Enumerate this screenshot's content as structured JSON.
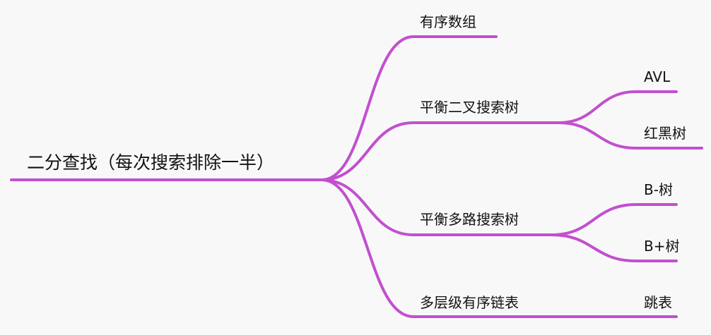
{
  "theme": {
    "line_color": "#c24fcf",
    "background": "#f8f8f8",
    "text_color": "#111111"
  },
  "root": {
    "label": "二分查找（每次搜索排除一半）"
  },
  "branches": [
    {
      "label": "有序数组",
      "children": []
    },
    {
      "label": "平衡二叉搜索树",
      "children": [
        {
          "label": "AVL"
        },
        {
          "label": "红黑树"
        }
      ]
    },
    {
      "label": "平衡多路搜索树",
      "children": [
        {
          "label": "B-树"
        },
        {
          "label": "B+树"
        }
      ]
    },
    {
      "label": "多层级有序链表",
      "children": [
        {
          "label": "跳表"
        }
      ]
    }
  ]
}
